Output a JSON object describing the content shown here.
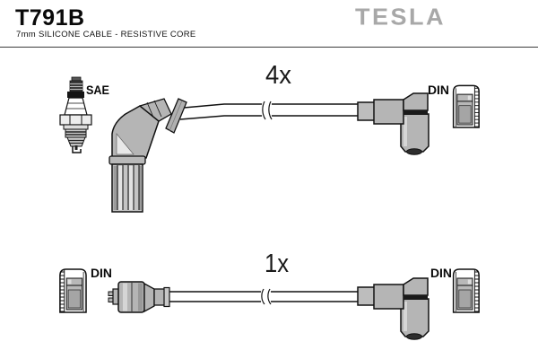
{
  "header": {
    "part_number": "T791B",
    "subtitle": "7mm SILICONE CABLE - RESISTIVE CORE",
    "brand": "TESLA"
  },
  "colors": {
    "boot_gray": "#b5b5b5",
    "boot_light": "#d6d6d6",
    "boot_dark": "#9a9a9a",
    "outline": "#111111",
    "logo_gray": "#a8a8a8"
  },
  "icons": {
    "spark_plug": "spark-plug-pictogram",
    "elbow_boot": "elbow-distributor-boot-pictogram",
    "straight_boot": "straight-boot-pictogram",
    "din_connector": "din-connector-end-pictogram",
    "cable_break": "cable-length-break-marks"
  },
  "diagram": {
    "top_assembly": {
      "quantity_label": "4x",
      "plug_end_label": "SAE",
      "terminal_end_label": "DIN"
    },
    "bottom_assembly": {
      "quantity_label": "1x",
      "left_terminal_label": "DIN",
      "right_terminal_label": "DIN"
    }
  }
}
